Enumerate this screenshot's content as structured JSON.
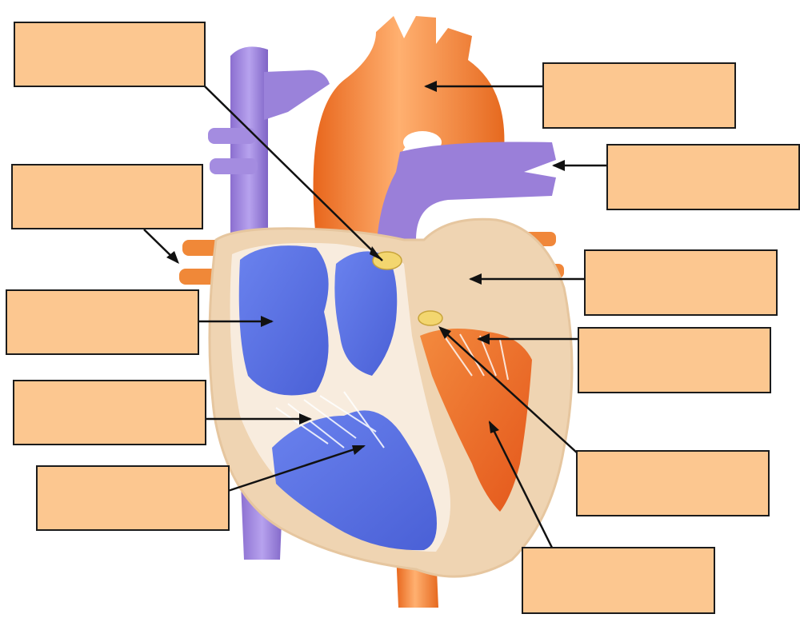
{
  "diagram": {
    "colors": {
      "background": "#ffffff",
      "label_fill": "#fcc790",
      "label_border": "#1b1b1b",
      "vein_purple": "#9a7fd9",
      "chamber_blue": "#5a6fe0",
      "artery_orange": "#f07a28",
      "muscle_wall": "#efd4b2",
      "valve_yellow": "#f2d36b",
      "leader_line": "#111111"
    },
    "labels": [
      {
        "id": "box-1",
        "text": ""
      },
      {
        "id": "box-2",
        "text": ""
      },
      {
        "id": "box-3",
        "text": ""
      },
      {
        "id": "box-4",
        "text": ""
      },
      {
        "id": "box-5",
        "text": ""
      },
      {
        "id": "box-6",
        "text": ""
      },
      {
        "id": "box-7",
        "text": ""
      },
      {
        "id": "box-8",
        "text": ""
      },
      {
        "id": "box-9",
        "text": ""
      },
      {
        "id": "box-10",
        "text": ""
      },
      {
        "id": "box-11",
        "text": ""
      },
      {
        "id": "box-12",
        "text": ""
      }
    ]
  }
}
